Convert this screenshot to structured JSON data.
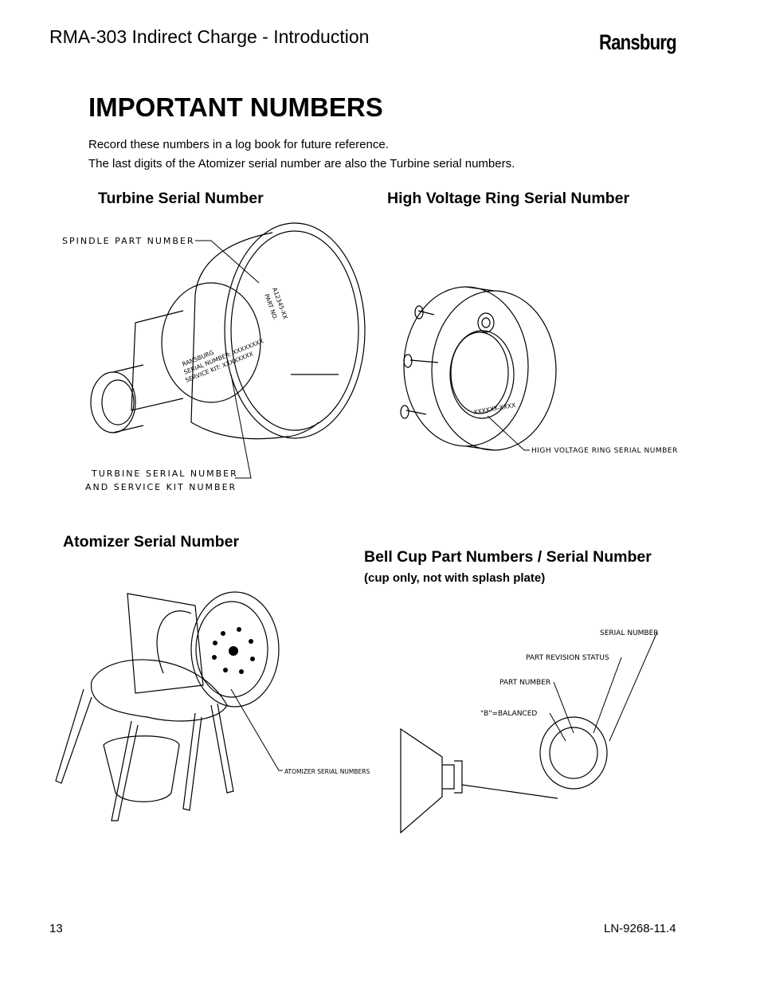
{
  "header": {
    "title": "RMA-303 Indirect Charge - Introduction",
    "brand": "Ransburg"
  },
  "page_title": "IMPORTANT NUMBERS",
  "intro": {
    "line1": "Record these numbers in a log book for future reference.",
    "line2": "The last digits of the Atomizer serial number are also the Turbine serial numbers."
  },
  "sections": {
    "turbine": {
      "heading": "Turbine Serial Number",
      "callout_spindle": "SPINDLE PART NUMBER",
      "callout_turbine_1": "TURBINE SERIAL NUMBER",
      "callout_turbine_2": "AND SERVICE KIT NUMBER",
      "label_brand": "RANSBURG",
      "label_serial": "SERIAL NUMBER: XXXXXXXX",
      "label_kit": "SERVICE KIT: XXXXXXXX",
      "label_part": "PART NO.",
      "label_part_no": "A12345-XX"
    },
    "hv_ring": {
      "heading": "High Voltage Ring Serial Number",
      "callout": "HIGH VOLTAGE RING SERIAL NUMBER",
      "ring_marking": "XXXXXX-XXXX"
    },
    "atomizer": {
      "heading": "Atomizer Serial Number",
      "callout": "ATOMIZER SERIAL NUMBERS"
    },
    "bell_cup": {
      "heading": "Bell Cup Part Numbers / Serial Number",
      "note": "(cup only, not with splash plate)",
      "callout_serial": "SERIAL NUMBER",
      "callout_revision": "PART REVISION STATUS",
      "callout_part": "PART NUMBER",
      "callout_balanced": "\"B\"=BALANCED"
    }
  },
  "footer": {
    "page_number": "13",
    "doc_number": "LN-9268-11.4"
  }
}
